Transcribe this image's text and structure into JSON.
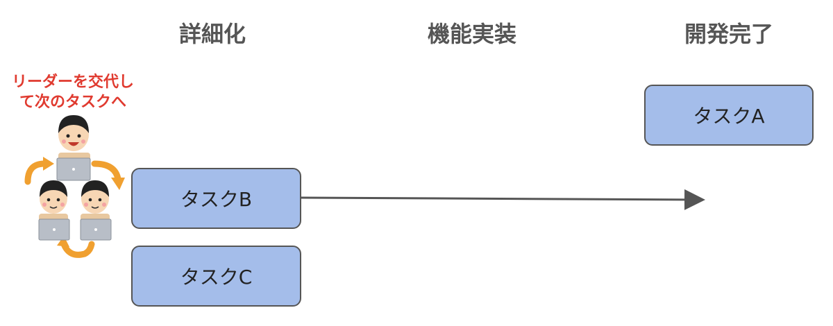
{
  "columns": [
    "詳細化",
    "機能実装",
    "開発完了"
  ],
  "tasks": {
    "a": "タスクA",
    "b": "タスクB",
    "c": "タスクC"
  },
  "note": {
    "line1": "リーダーを交代し",
    "line2": "て次のタスクへ"
  },
  "colors": {
    "task_fill": "#a4bdea",
    "task_border": "#555555",
    "note_text": "#e03a2f",
    "arrow": "#555555",
    "rotate_arrow": "#f0a030"
  }
}
